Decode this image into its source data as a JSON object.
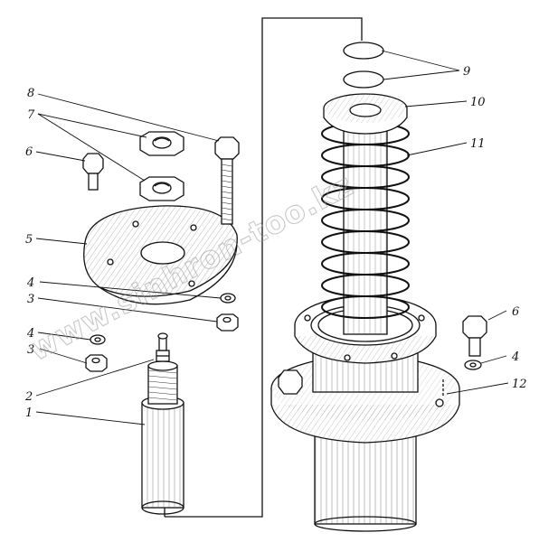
{
  "callouts": [
    {
      "id": "c1",
      "label": "1"
    },
    {
      "id": "c2",
      "label": "2"
    },
    {
      "id": "c3a",
      "label": "3"
    },
    {
      "id": "c3b",
      "label": "3"
    },
    {
      "id": "c4a",
      "label": "4"
    },
    {
      "id": "c4b",
      "label": "4"
    },
    {
      "id": "c4c",
      "label": "4"
    },
    {
      "id": "c5",
      "label": "5"
    },
    {
      "id": "c6a",
      "label": "6"
    },
    {
      "id": "c6b",
      "label": "6"
    },
    {
      "id": "c7",
      "label": "7"
    },
    {
      "id": "c8",
      "label": "8"
    },
    {
      "id": "c9",
      "label": "9"
    },
    {
      "id": "c10",
      "label": "10"
    },
    {
      "id": "c11",
      "label": "11"
    },
    {
      "id": "c12",
      "label": "12"
    }
  ],
  "watermark": {
    "text": "www.sinhron-too.kz"
  }
}
